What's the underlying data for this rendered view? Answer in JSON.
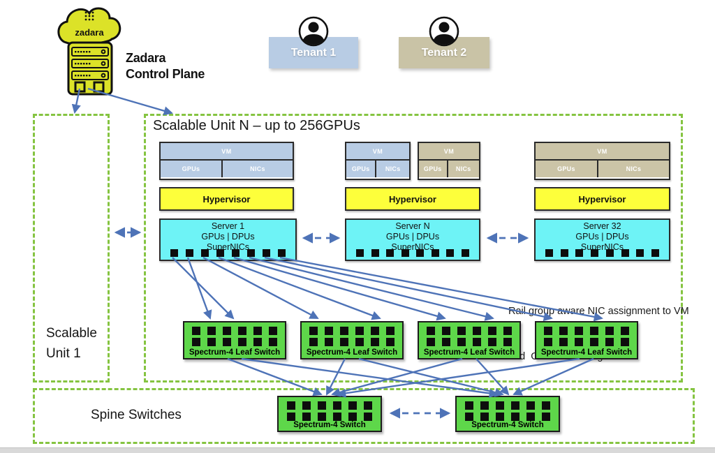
{
  "control_plane": {
    "logo_text": "zadara",
    "label_line1": "Zadara",
    "label_line2": "Control Plane"
  },
  "tenants": [
    {
      "label": "Tenant 1",
      "color": "#b8cce4"
    },
    {
      "label": "Tenant 2",
      "color": "#c9c3a6"
    }
  ],
  "unit_n": {
    "title": "Scalable Unit N – up to 256GPUs",
    "vm_label": "VM",
    "gpus_label": "GPUs",
    "nics_label": "NICs",
    "hypervisor_label": "Hypervisor",
    "servers": [
      {
        "name": "Server 1",
        "line2": "GPUs | DPUs",
        "line3": "SuperNICs",
        "ports": 8
      },
      {
        "name": "Server N",
        "line2": "GPUs | DPUs",
        "line3": "SuperNICs",
        "ports": 8
      },
      {
        "name": "Server 32",
        "line2": "GPUs | DPUs",
        "line3": "SuperNICs",
        "ports": 8
      }
    ],
    "annotation_line1": "Rail group aware NIC assignment to VM",
    "annotation_line2": "and  GPU-net settings",
    "leaf_switches": [
      {
        "label": "Spectrum-4 Leaf Switch",
        "ports": 12
      },
      {
        "label": "Spectrum-4 Leaf Switch",
        "ports": 12
      },
      {
        "label": "Spectrum-4 Leaf Switch",
        "ports": 12
      },
      {
        "label": "Spectrum-4 Leaf Switch",
        "ports": 12
      }
    ]
  },
  "unit_1": {
    "label": "Scalable Unit 1"
  },
  "spine": {
    "label": "Spine Switches",
    "switches": [
      {
        "label": "Spectrum-4 Switch",
        "ports": 12
      },
      {
        "label": "Spectrum-4 Switch",
        "ports": 12
      }
    ]
  },
  "colors": {
    "tenant1_blue": "#b8cce4",
    "tenant2_tan": "#c9c3a6",
    "hypervisor_yellow": "#fdff3b",
    "server_cyan": "#6ef3f6",
    "switch_green": "#5ed74a",
    "unit_border_green": "#85c441",
    "arrow_blue": "#4e73b7",
    "zadara_yellow": "#dce228"
  }
}
